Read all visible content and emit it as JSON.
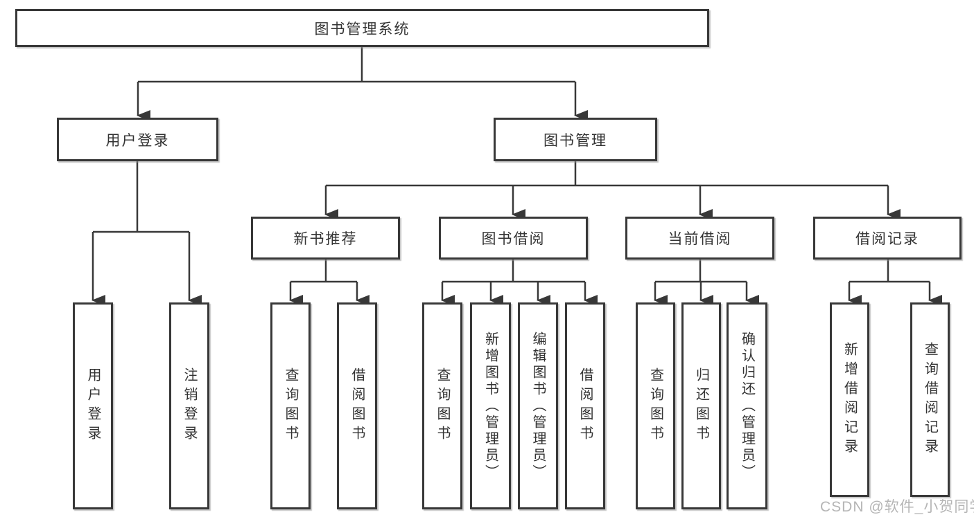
{
  "diagram": {
    "type": "hierarchy-structure-chart",
    "tree": {
      "label": "图书管理系统",
      "children": [
        {
          "label": "用户登录",
          "children": [
            {
              "label": "用户登录"
            },
            {
              "label": "注销登录"
            }
          ]
        },
        {
          "label": "图书管理",
          "children": [
            {
              "label": "新书推荐",
              "children": [
                {
                  "label": "查询图书"
                },
                {
                  "label": "借阅图书"
                }
              ]
            },
            {
              "label": "图书借阅",
              "children": [
                {
                  "label": "查询图书"
                },
                {
                  "label": "新增图书（管理员）"
                },
                {
                  "label": "编辑图书（管理员）"
                },
                {
                  "label": "借阅图书"
                }
              ]
            },
            {
              "label": "当前借阅",
              "children": [
                {
                  "label": "查询图书"
                },
                {
                  "label": "归还图书"
                },
                {
                  "label": "确认归还（管理员）"
                }
              ]
            },
            {
              "label": "借阅记录",
              "children": [
                {
                  "label": "新增借阅记录"
                },
                {
                  "label": "查询借阅记录"
                }
              ]
            }
          ]
        }
      ]
    },
    "colors": {
      "line": "#383838",
      "box_border": "#383838",
      "box_fill": "#ffffff",
      "text": "#333333",
      "watermark": "#b5b5b5",
      "background": "#ffffff"
    }
  },
  "watermark": {
    "text": "CSDN @软件_小贺同学"
  }
}
